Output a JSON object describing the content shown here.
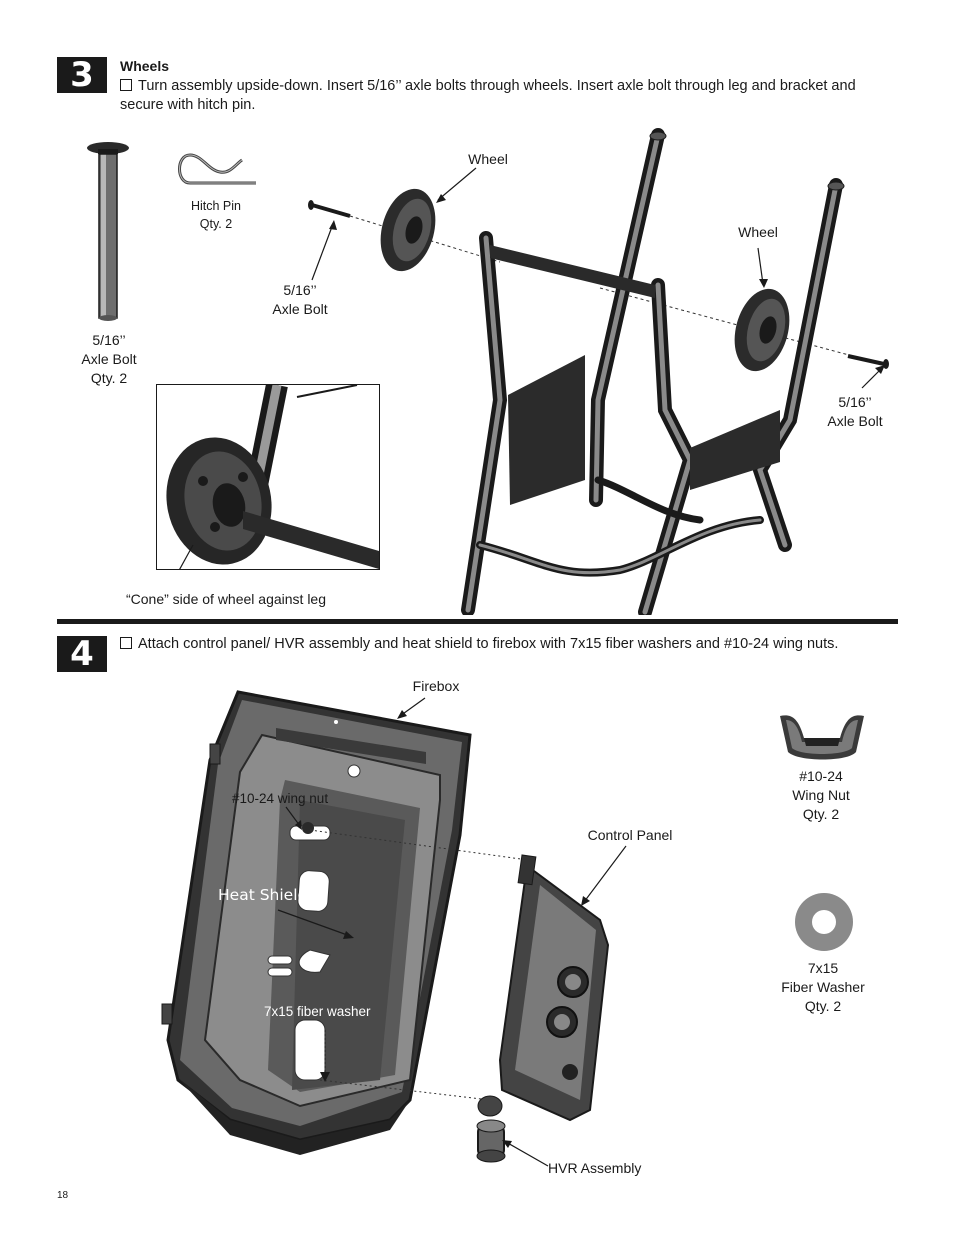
{
  "step3": {
    "number": "3",
    "title": "Wheels",
    "instruction": "Turn assembly upside-down. Insert 5/16’’ axle bolts through wheels. Insert axle bolt through leg and bracket and secure with hitch pin.",
    "labels": {
      "axle_bolt_part": [
        "5/16’’",
        "Axle Bolt",
        "Qty. 2"
      ],
      "hitch_pin": [
        "Hitch Pin",
        "Qty. 2"
      ],
      "axle_bolt_left": [
        "5/16’’",
        "Axle Bolt"
      ],
      "wheel_left": "Wheel",
      "wheel_right": "Wheel",
      "axle_bolt_right": [
        "5/16’’",
        "Axle Bolt"
      ],
      "cone_note": "“Cone” side of wheel against leg"
    }
  },
  "step4": {
    "number": "4",
    "instruction": "Attach control panel/ HVR assembly and heat shield to firebox with 7x15 fiber washers and #10-24 wing nuts.",
    "labels": {
      "firebox": "Firebox",
      "wing_nut_callout": "#10-24 wing nut",
      "heat_shield": "Heat Shield",
      "fiber_washer_callout": "7x15 fiber washer",
      "control_panel": "Control Panel",
      "hvr_assembly": "HVR Assembly",
      "wing_nut_part": [
        "#10-24",
        "Wing Nut",
        "Qty. 2"
      ],
      "fiber_washer_part": [
        "7x15",
        "Fiber Washer",
        "Qty. 2"
      ]
    }
  },
  "page_number": "18"
}
